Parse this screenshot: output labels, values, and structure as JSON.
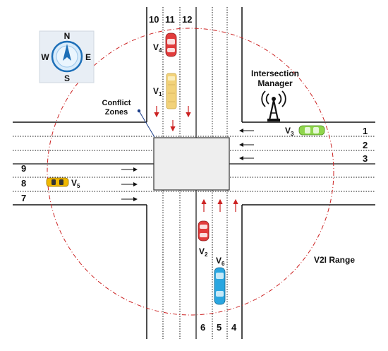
{
  "compass": {
    "n": "N",
    "s": "S",
    "e": "E",
    "w": "W"
  },
  "labels": {
    "intersection_manager_line1": "Intersection",
    "intersection_manager_line2": "Manager",
    "conflict_line1": "Conflict",
    "conflict_line2": "Zones",
    "v2i_range": "V2I Range"
  },
  "lanes": {
    "l1": "1",
    "l2": "2",
    "l3": "3",
    "l4": "4",
    "l5": "5",
    "l6": "6",
    "l7": "7",
    "l8": "8",
    "l9": "9",
    "l10": "10",
    "l11": "11",
    "l12": "12"
  },
  "vehicles": {
    "v1": {
      "letter": "V",
      "sub": "1",
      "color": "#f2d27a"
    },
    "v2": {
      "letter": "V",
      "sub": "2",
      "color": "#e23b3b"
    },
    "v3": {
      "letter": "V",
      "sub": "3",
      "color": "#8fd64c"
    },
    "v4": {
      "letter": "V",
      "sub": "4",
      "color": "#e23b3b"
    },
    "v5": {
      "letter": "V",
      "sub": "5",
      "color": "#f0b800"
    },
    "v6": {
      "letter": "V",
      "sub": "6",
      "color": "#2aa6e0"
    }
  },
  "colors": {
    "range_circle": "#cc2222",
    "conflict_zone": "#eeeeee",
    "arrow_red": "#cc2222",
    "compass_blue": "#1d6fb8"
  }
}
